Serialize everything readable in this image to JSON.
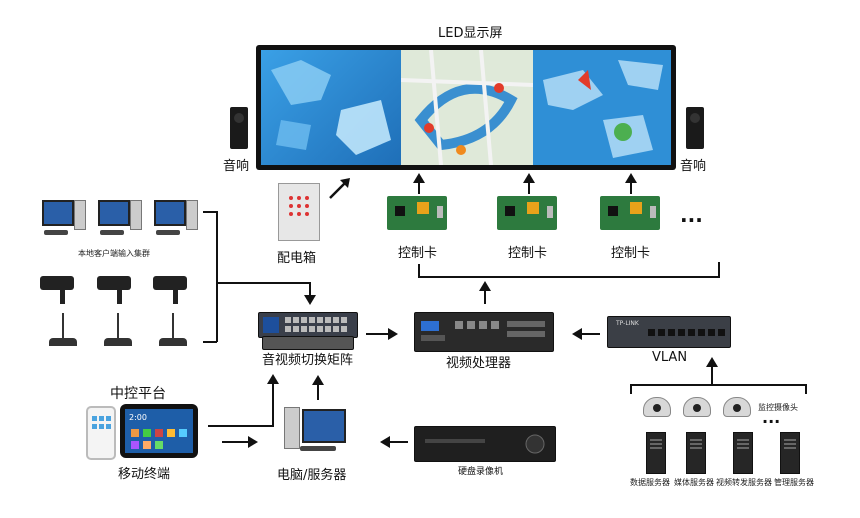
{
  "labels": {
    "led_screen": "LED显示屏",
    "speaker_left": "音响",
    "speaker_right": "音响",
    "power_box": "配电箱",
    "control_card_1": "控制卡",
    "control_card_2": "控制卡",
    "control_card_3": "控制卡",
    "ellipsis": "···",
    "local_client_cluster": "本地客户端输入集群",
    "av_matrix": "音视频切换矩阵",
    "video_processor": "视频处理器",
    "vlan": "VLAN",
    "central_control": "中控平台",
    "mobile_terminal": "移动终端",
    "pc_server": "电脑/服务器",
    "dvr": "硬盘录像机",
    "monitor_camera": "监控摄像头",
    "camera_ellipsis": "···",
    "data_server": "数据服务器",
    "media_server": "媒体服务器",
    "video_relay_server": "视频转发服务器",
    "management_server": "管理服务器",
    "switch_brand": "TP-LINK",
    "tablet_clock": "2:00"
  },
  "colors": {
    "line": "#111111",
    "led_frame": "#111111",
    "map_blue": "#2f8fd6",
    "card_green": "#2d7a3e"
  },
  "icons": [
    "speaker-icon",
    "power-box-icon",
    "control-card-icon",
    "pc-icon",
    "camera-icon",
    "microphone-icon",
    "matrix-device-icon",
    "video-processor-icon",
    "switch-icon",
    "phone-icon",
    "tablet-icon",
    "dvr-icon",
    "dome-camera-icon",
    "server-icon"
  ]
}
